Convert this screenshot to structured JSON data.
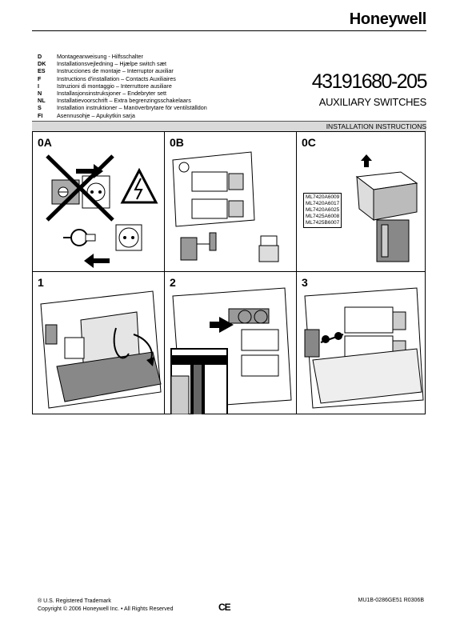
{
  "brand": "Honeywell",
  "languages": [
    {
      "code": "D",
      "text": "Montageanweisung - Hilfsschalter"
    },
    {
      "code": "DK",
      "text": "Installationsvejledning – Hjælpe switch sæt"
    },
    {
      "code": "ES",
      "text": "Instrucciones de montaje – Interruptor auxiliar"
    },
    {
      "code": "F",
      "text": "Instructions d'installation – Contacts Auxiliaires"
    },
    {
      "code": "I",
      "text": "Istruzioni di montaggio – Interruttore ausiliare"
    },
    {
      "code": "N",
      "text": "Installasjonsinstruksjoner – Endebryter sett"
    },
    {
      "code": "NL",
      "text": "Installatievoorschrift – Extra begrenzingsschakelaars"
    },
    {
      "code": "S",
      "text": "Installation instruktioner – Manöverbrytare för ventilställdon"
    },
    {
      "code": "FI",
      "text": "Asennusohje – Apukytkin sarja"
    }
  ],
  "part_number": "43191680-205",
  "product_title": "AUXILIARY SWITCHES",
  "section_title": "INSTALLATION INSTRUCTIONS",
  "panels": [
    "0A",
    "0B",
    "0C",
    "1",
    "2",
    "3"
  ],
  "models": [
    "ML7420A6009",
    "ML7420A6017",
    "ML7420A6025",
    "ML7425A6008",
    "ML7425B6007"
  ],
  "footer": {
    "trademark": "® U.S. Registered Trademark",
    "copyright": "Copyright © 2006 Honeywell Inc. • All Rights Reserved",
    "ce_mark": "CE",
    "doc_code": "MU1B-0286GE51 R0306B"
  }
}
